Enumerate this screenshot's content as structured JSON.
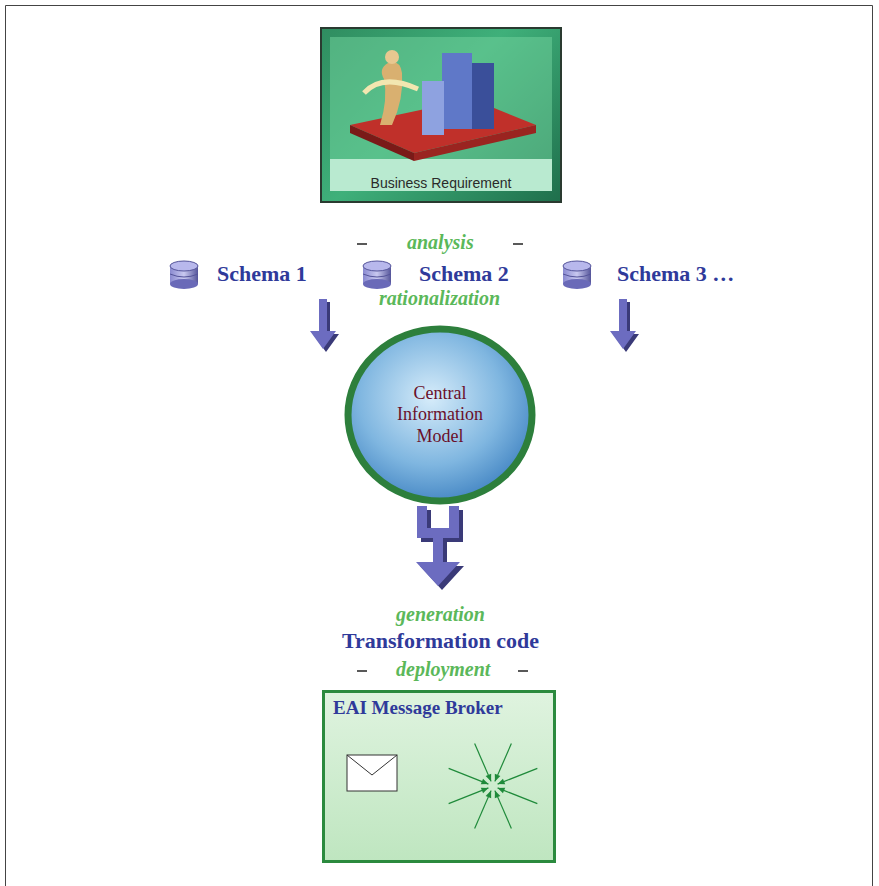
{
  "diagram": {
    "nodes": [
      {
        "text": [
          "Business Requirement"
        ]
      },
      {
        "text": [
          "Central Information Model"
        ]
      },
      {
        "text": [
          "EAI Message Broker"
        ]
      }
    ],
    "labels": [
      "analysis",
      "Schema 1",
      "Schema 2",
      "Schema 3 …",
      "rationalization",
      "generation",
      "Transformation code",
      "deployment"
    ]
  }
}
